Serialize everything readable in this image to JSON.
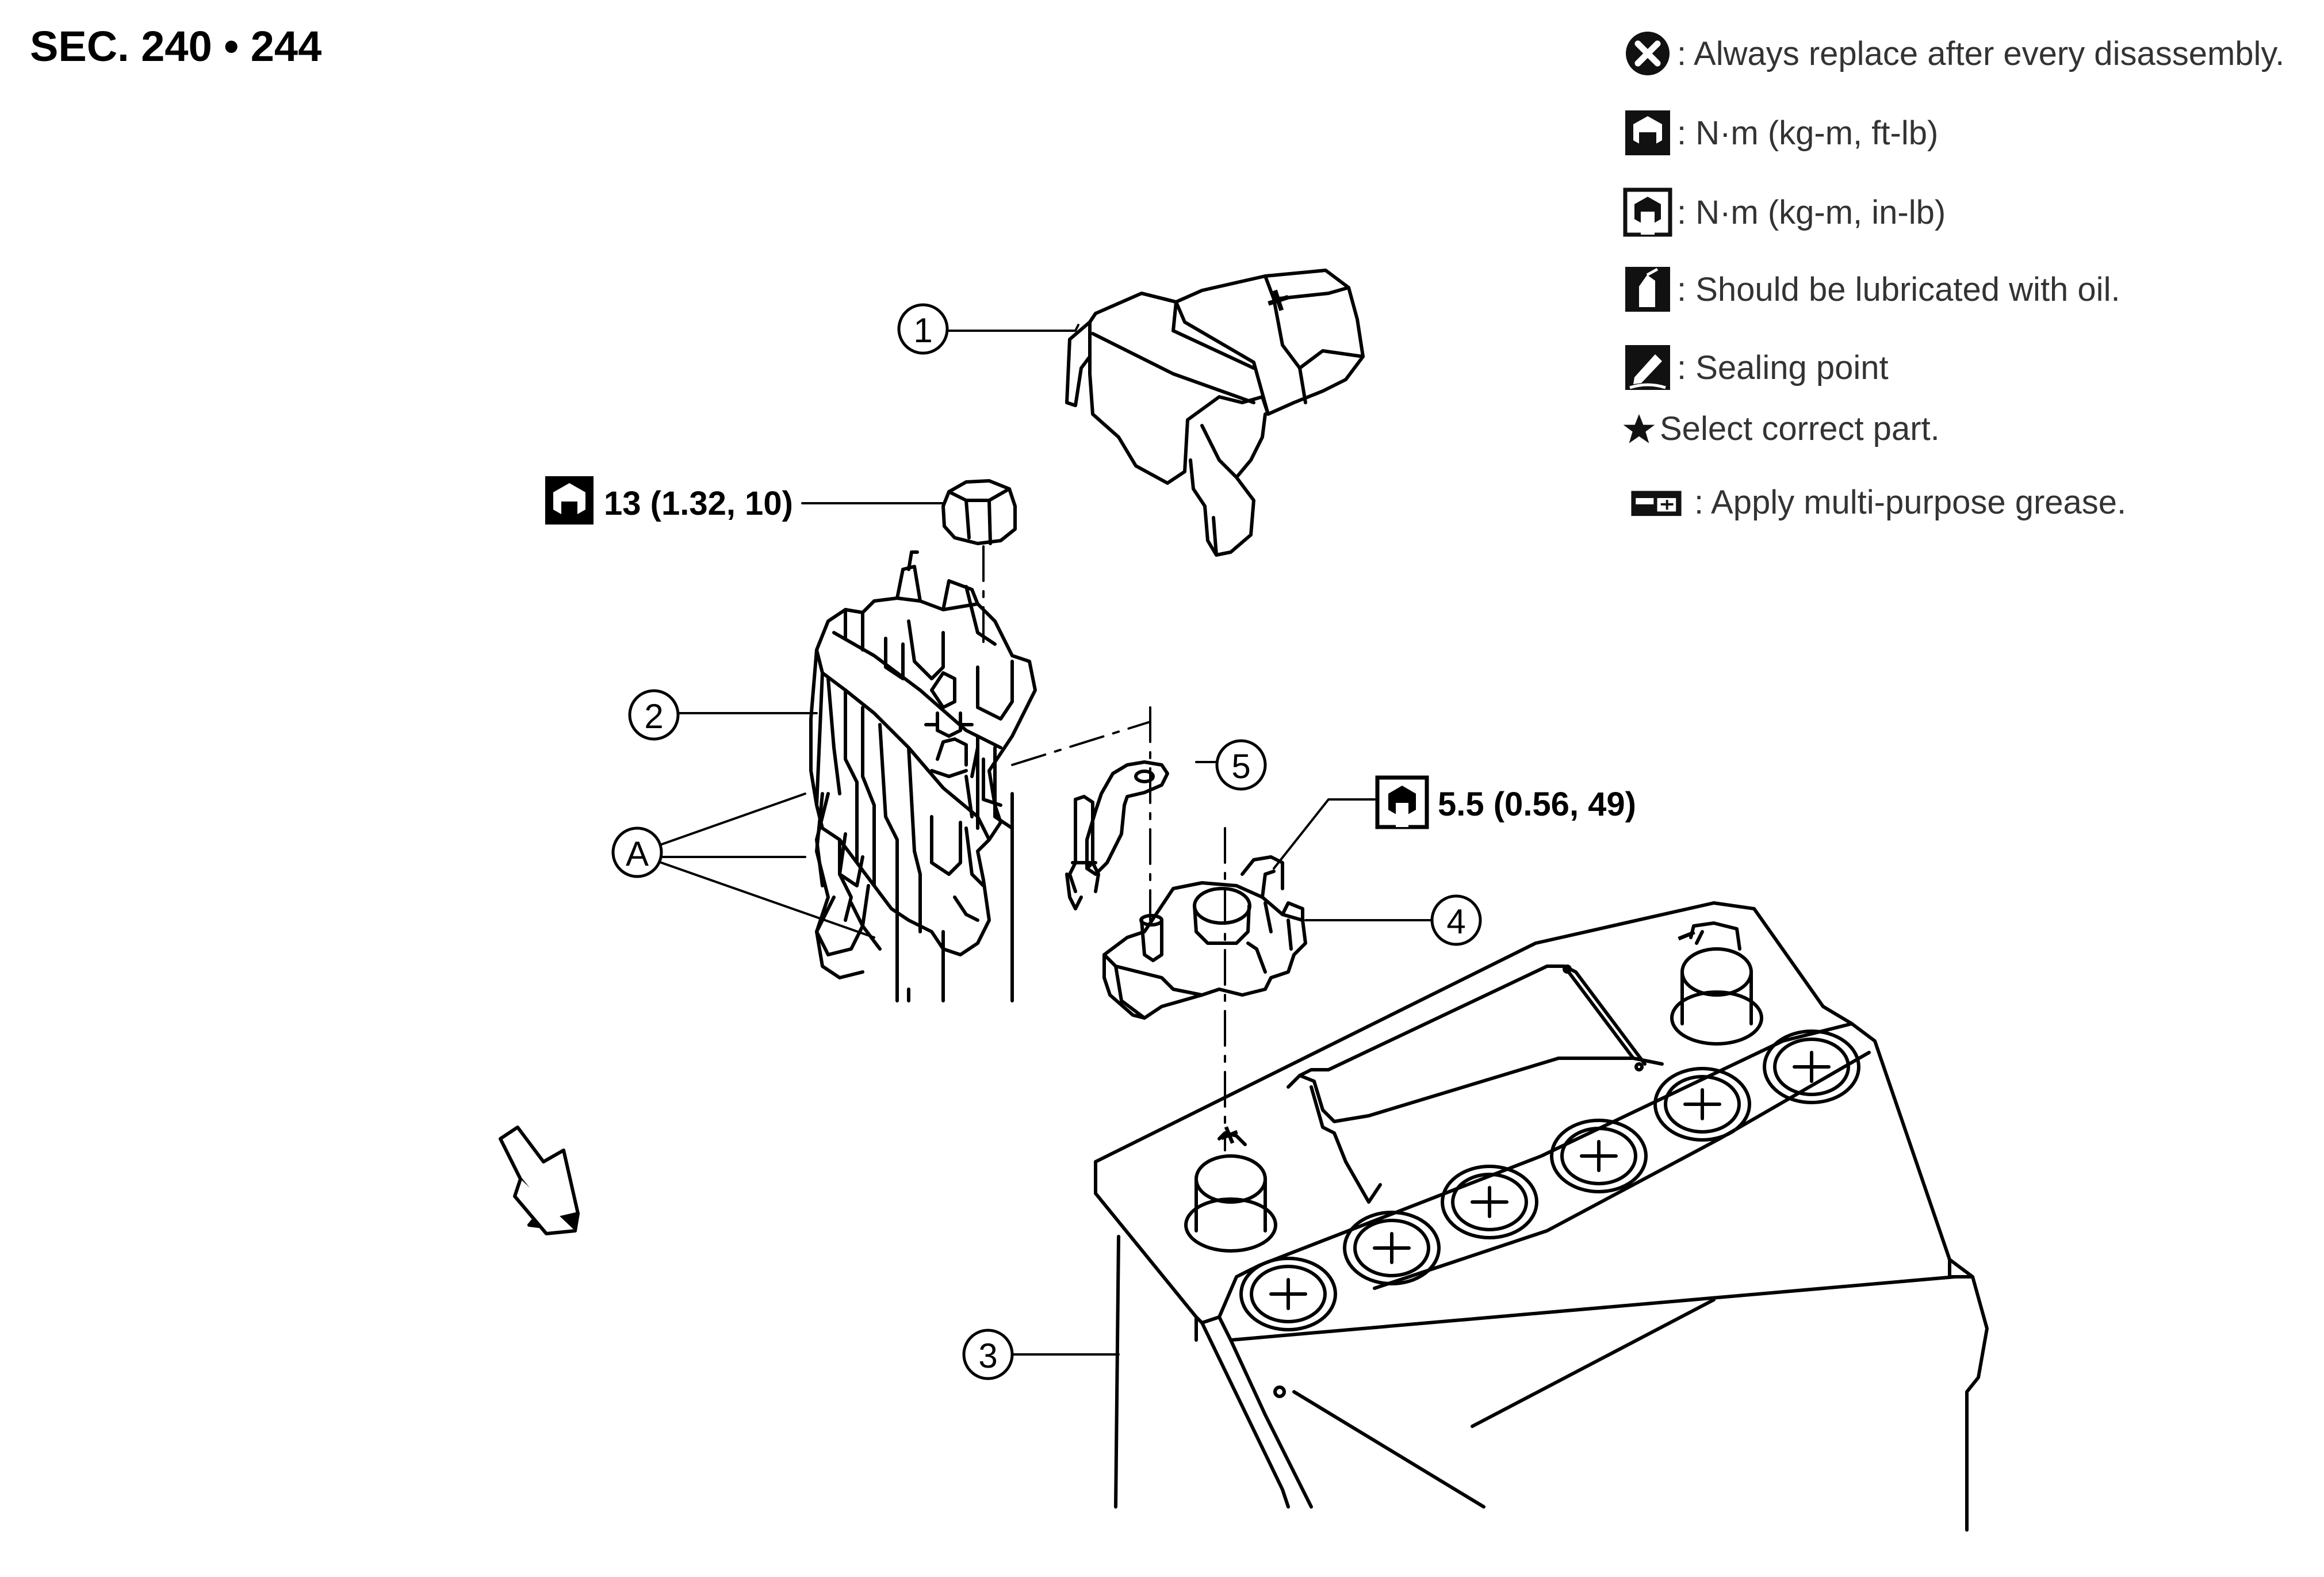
{
  "header": {
    "section": "SEC. 240 • 244"
  },
  "legend": {
    "items": [
      {
        "icon": "always-replace-icon",
        "text": ": Always replace after every disassembly."
      },
      {
        "icon": "torque-ft-lb-icon",
        "text": ": N·m (kg-m, ft-lb)"
      },
      {
        "icon": "torque-in-lb-icon",
        "text": ": N·m (kg-m, in-lb)"
      },
      {
        "icon": "oil-can-icon",
        "text": ": Should be lubricated with oil."
      },
      {
        "icon": "sealing-point-icon",
        "text": ": Sealing point"
      },
      {
        "icon": "star-icon",
        "text": "Select correct part."
      },
      {
        "icon": "grease-icon",
        "text": ": Apply multi-purpose grease."
      }
    ]
  },
  "callouts": {
    "c1": "1",
    "c2": "2",
    "c3": "3",
    "c4": "4",
    "c5": "5",
    "cA": "A"
  },
  "torque_specs": {
    "nut": "13 (1.32, 10)",
    "clamp": "5.5 (0.56, 49)"
  },
  "symbols": {
    "battery_negative_mark": "−",
    "battery_positive_mark": "+",
    "cover_positive_mark": "+",
    "front_arrow": "front-direction-arrow-icon"
  },
  "colors": {
    "line": "#000000",
    "background": "#ffffff"
  }
}
